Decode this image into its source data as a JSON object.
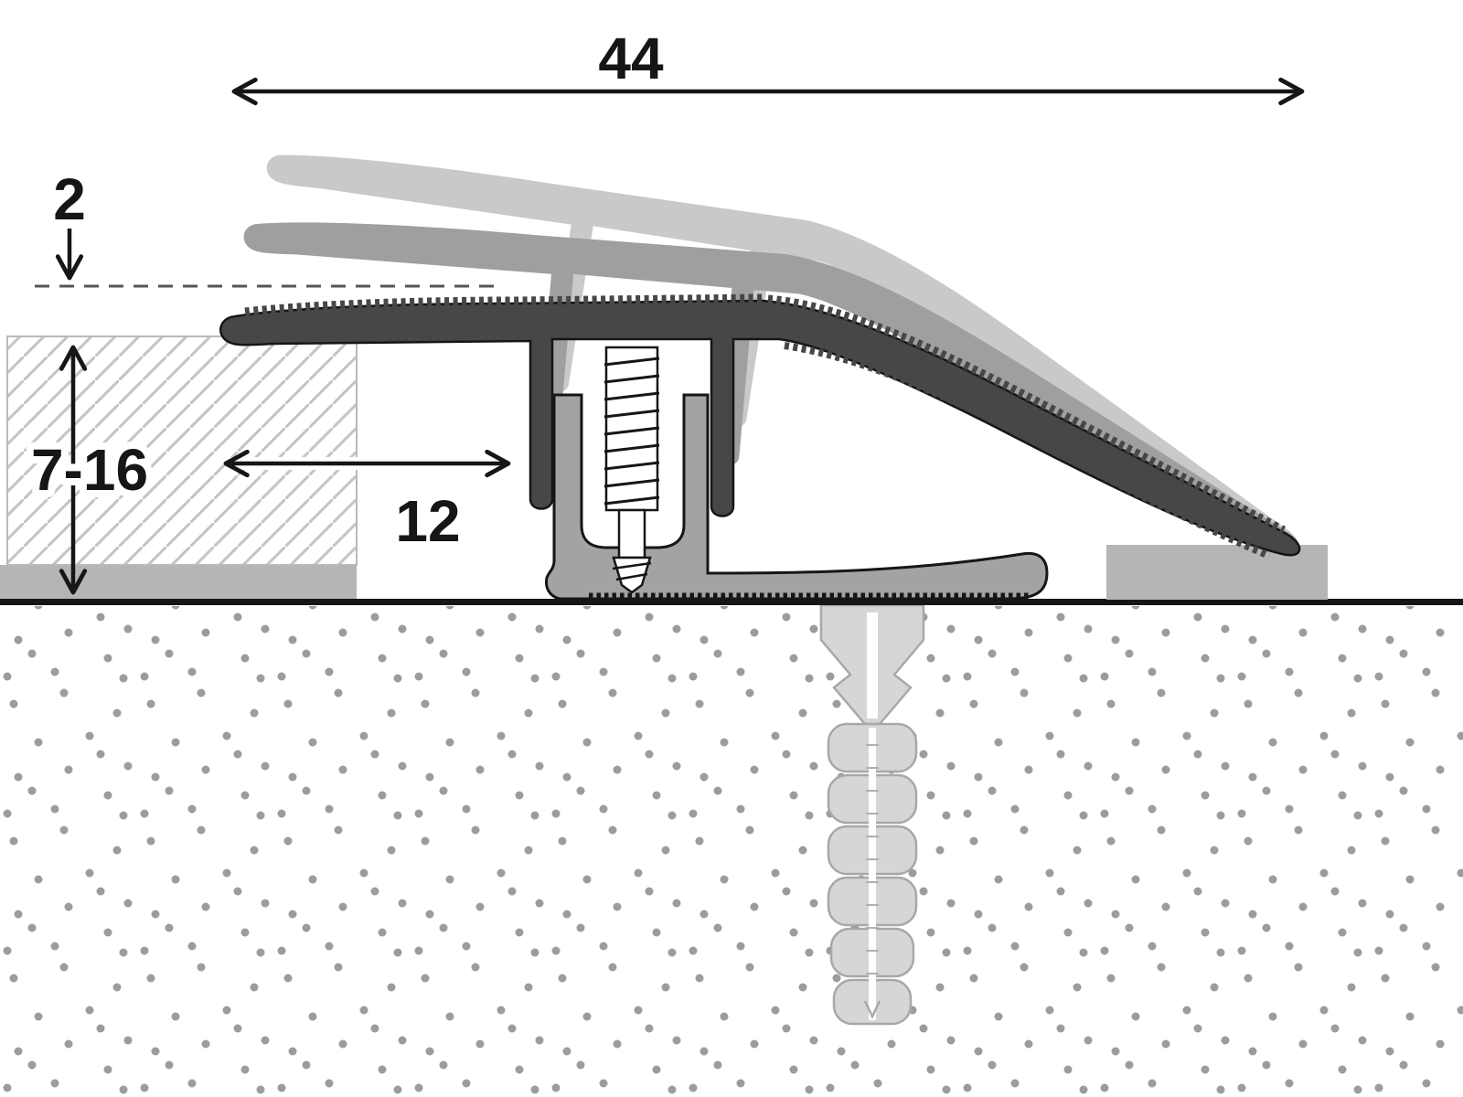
{
  "diagram": {
    "name": "height-adjustable floor transition profile cross-section",
    "labels": {
      "total_width": "44",
      "adjustment": "2",
      "height_range": "7-16",
      "base_width": "12"
    },
    "colors": {
      "outline": "#161616",
      "profile_dark": "#474747",
      "ghost_mid": "#9f9f9f",
      "ghost_light": "#c9c9c9",
      "base_channel": "#a3a3a3",
      "floor_block": "#b5b5b5",
      "underlay_strip": "#b5b5b5",
      "plug_fill": "#d6d6d6",
      "plug_stroke": "#a8a8a8",
      "hatch_line": "#c4c4c4",
      "dot": "#9c9c9c",
      "screw_fill": "#ffffff"
    }
  }
}
